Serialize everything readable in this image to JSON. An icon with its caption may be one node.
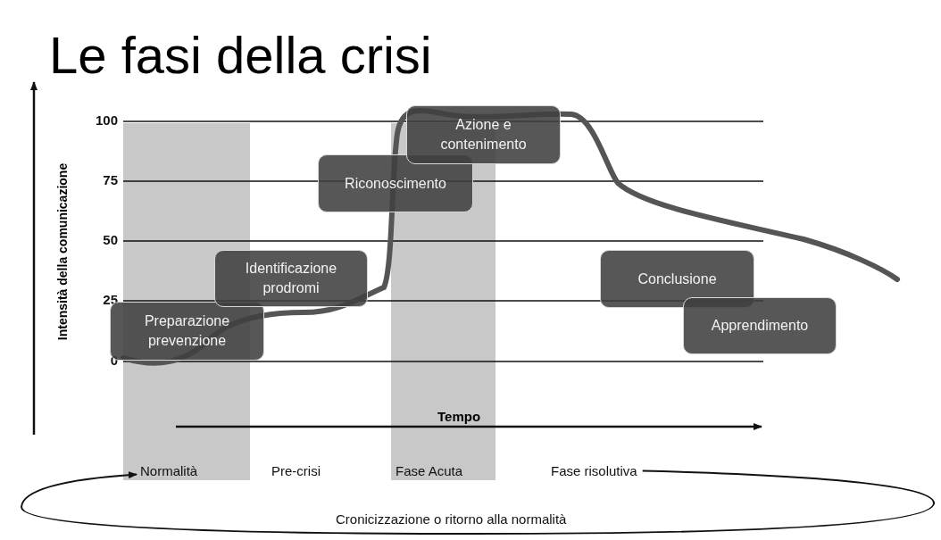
{
  "diagram": {
    "title": "Le fasi della crisi",
    "nodes": [
      {
        "text": [
          "Preparazione prevenzione"
        ]
      },
      {
        "text": [
          "Identificazione prodromi"
        ]
      },
      {
        "text": [
          "Riconoscimento"
        ]
      },
      {
        "text": [
          "Azione e contenimento"
        ]
      },
      {
        "text": [
          "Conclusione"
        ]
      },
      {
        "text": [
          "Apprendimento"
        ]
      },
      {
        "text": [
          "Normalità"
        ]
      },
      {
        "text": [
          "Pre-crisi"
        ]
      },
      {
        "text": [
          "Fase Acuta"
        ]
      },
      {
        "text": [
          "Fase risolutiva"
        ]
      }
    ],
    "edges": [
      {
        "from": 9,
        "to": 6,
        "arrow": "to",
        "label": "Cronicizzazione o ritorno alla normalità"
      }
    ],
    "labels": [
      "100",
      "75",
      "50",
      "25",
      "0",
      "Intensità della comunicazione",
      "Tempo"
    ]
  }
}
